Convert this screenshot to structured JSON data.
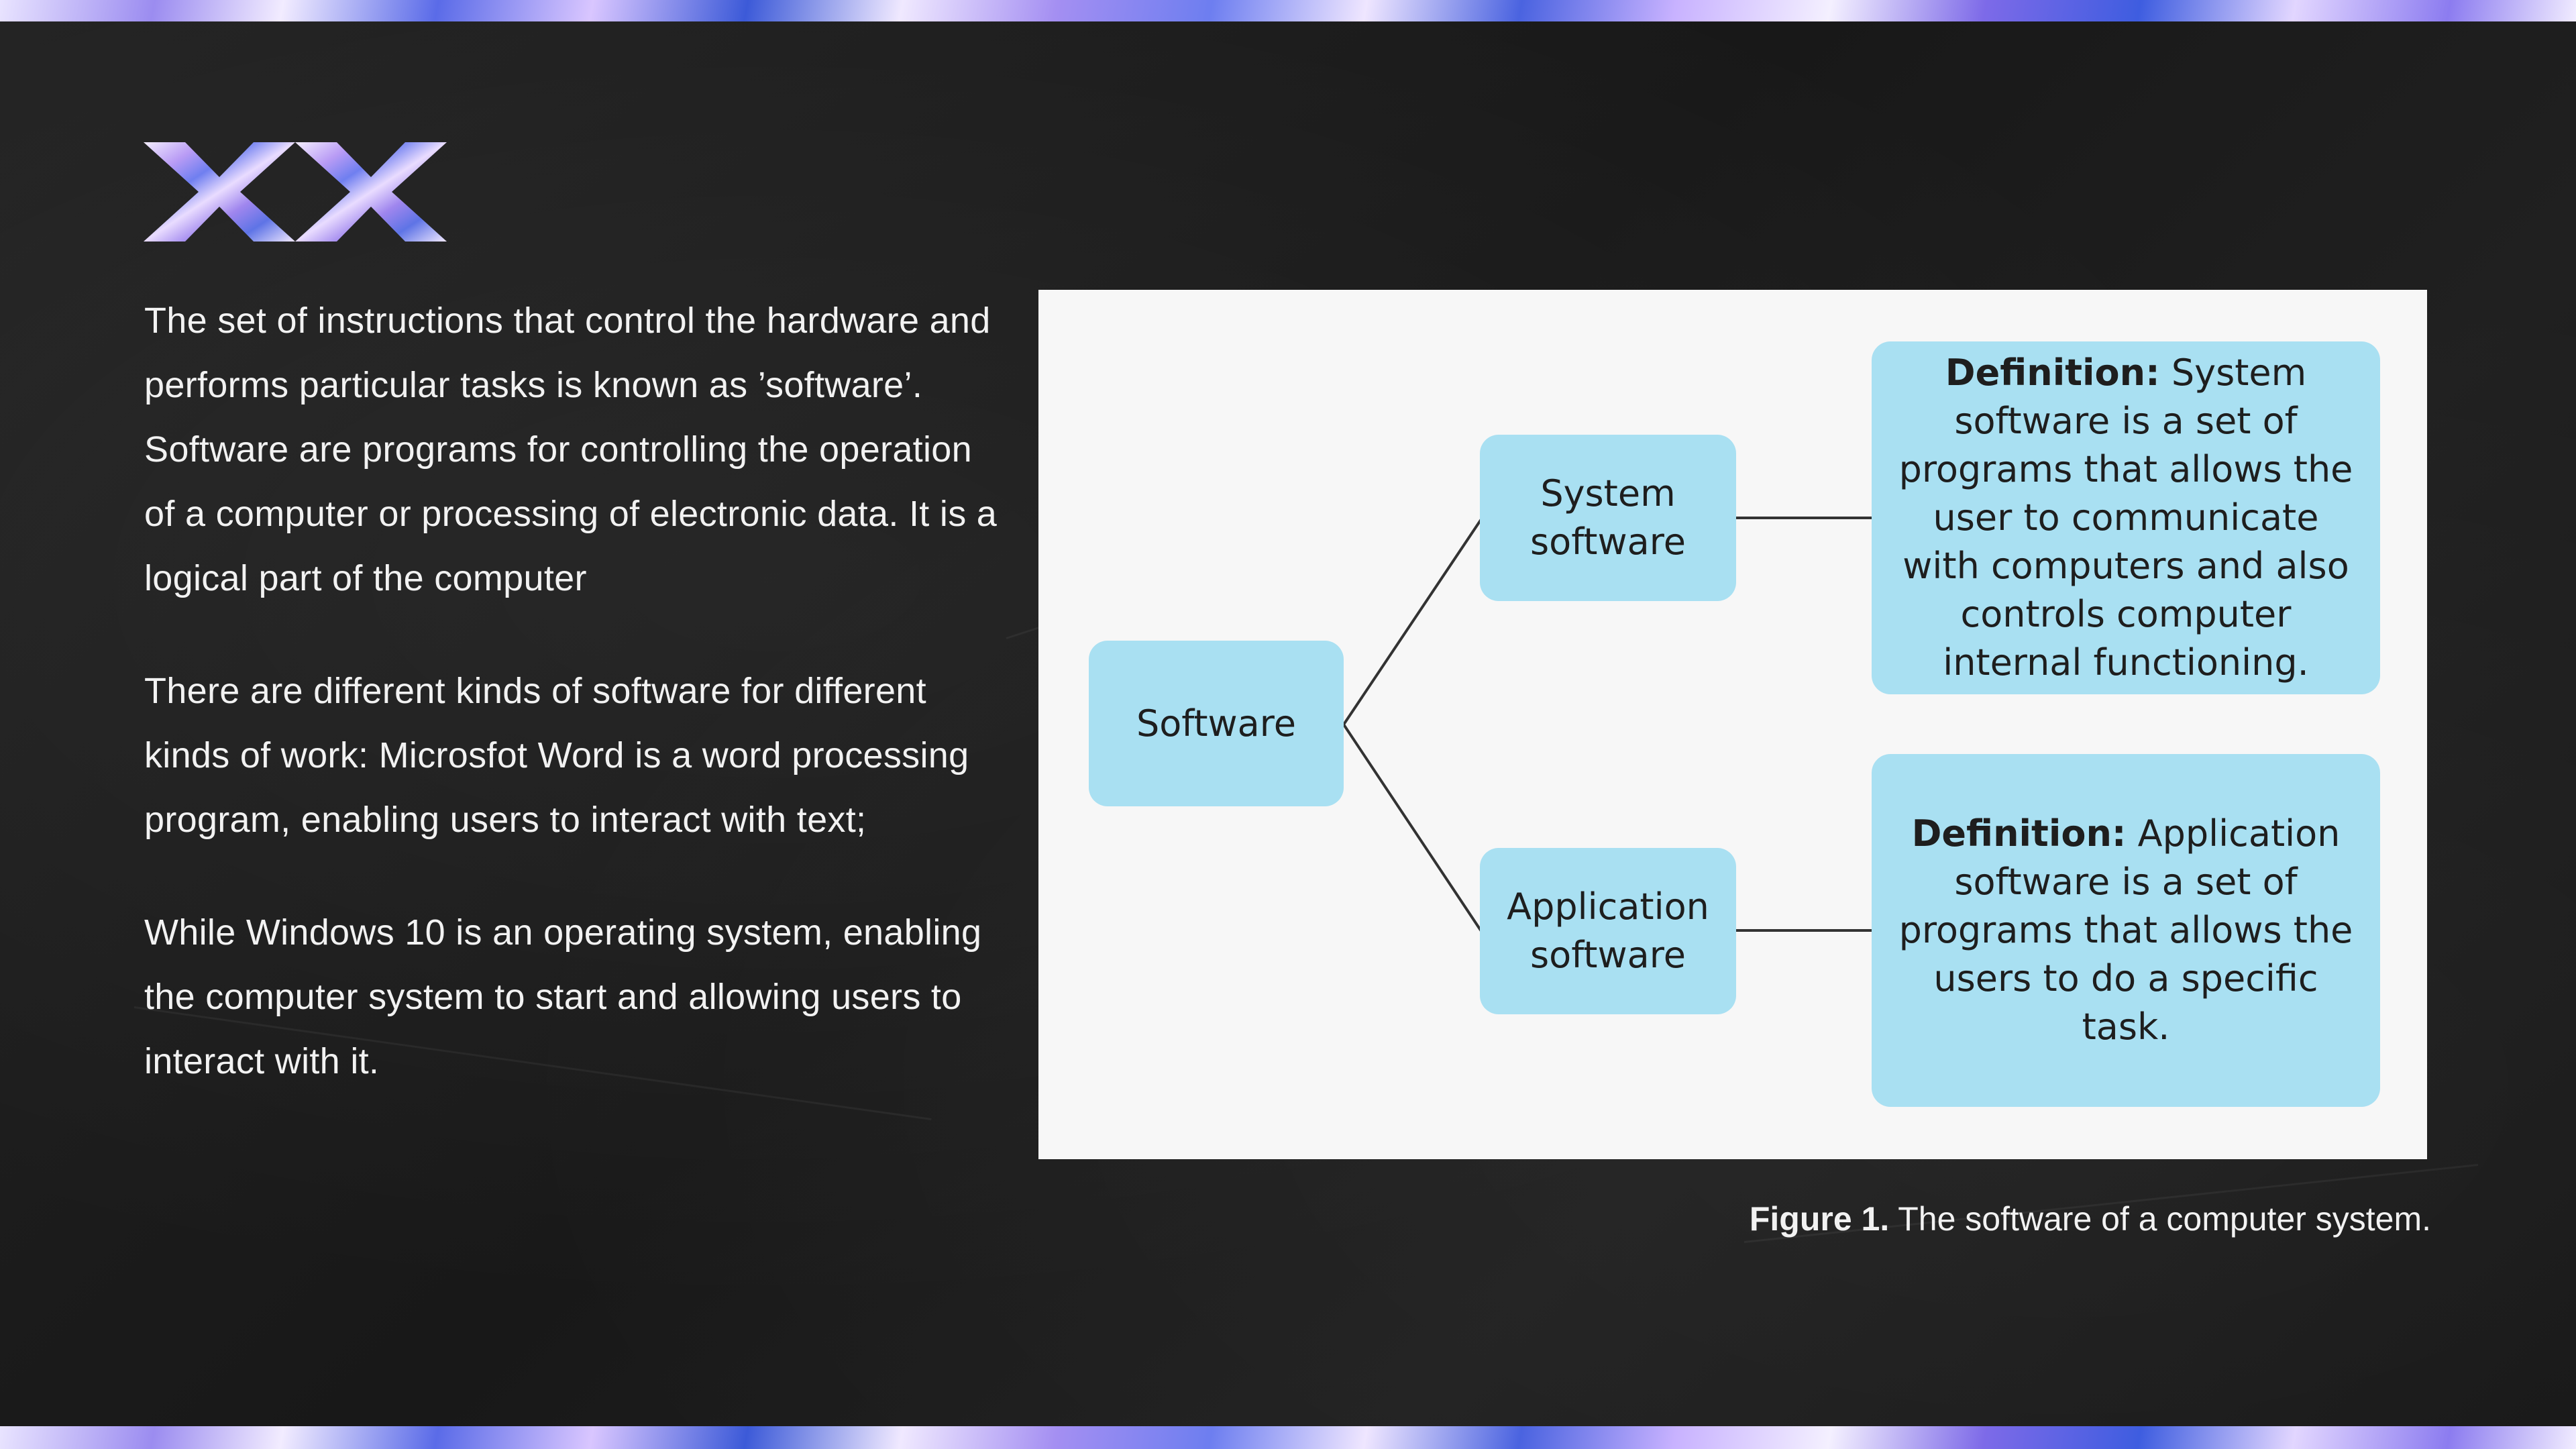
{
  "decor": {
    "title_mark": "XX"
  },
  "body": {
    "paragraphs": [
      "The set of instructions that control the hardware and performs particular tasks is known as ’software’. Software are programs for controlling the operation of a computer or processing of electronic data. It is a logical part of the computer",
      "There are different kinds of software for different kinds of work: Microsfot Word is a word processing program, enabling users to interact with text;",
      "While Windows 10 is an operating system, enabling the computer system to start and allowing users to interact with it."
    ]
  },
  "diagram": {
    "root": "Software",
    "system_node": "System software",
    "application_node": "Application software",
    "system_def_label": "Definition:",
    "system_def_text": "System software is a set of programs that allows the user to communicate with computers and also controls computer internal functioning.",
    "application_def_label": "Definition:",
    "application_def_text": "Application software is a set of programs that allows the users to do a specific task.",
    "node_color": "#a9e0f2",
    "line_color": "#333333"
  },
  "caption": {
    "label": "Figure 1.",
    "text": "The software of a computer system."
  }
}
